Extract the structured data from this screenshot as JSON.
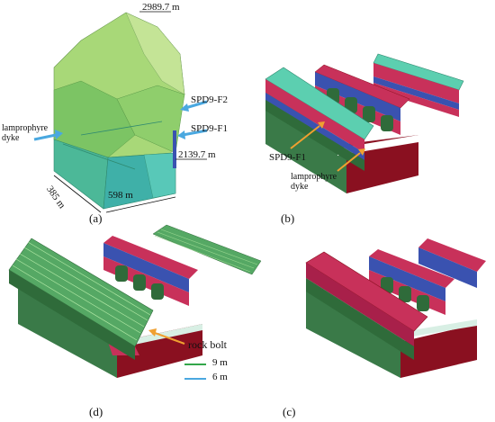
{
  "panels": {
    "a": {
      "caption": "(a)",
      "elevation_top": "2989.7 m",
      "elevation_bottom": "2139.7 m",
      "fault_f2": "SPD9-F2",
      "fault_f1": "SPD9-F1",
      "dyke": "lamprophyre dyke",
      "dim_width": "385 m",
      "dim_length": "598 m"
    },
    "b": {
      "caption": "(b)",
      "fault_f1": "SPD9-F1",
      "dyke": "lamprophyre dyke"
    },
    "c": {
      "caption": "(c)"
    },
    "d": {
      "caption": "(d)",
      "rock_bolt": "rock bolt",
      "legend_9m": "9 m",
      "legend_6m": "6 m"
    }
  },
  "colors": {
    "mesh_green_light": "#a8d878",
    "mesh_green": "#6cc060",
    "mesh_teal": "#3fb8a0",
    "cavern_teal": "#5ccfb0",
    "cavern_red": "#c8315a",
    "cavern_blue": "#3a52b0",
    "cavern_dark_green": "#2f6b3a",
    "cavern_dark_red": "#8a1020",
    "arrow_blue": "#4aa8e0",
    "arrow_orange": "#f0a030",
    "bolt_green": "#33a64a",
    "bolt_blue": "#4aa8e0"
  }
}
